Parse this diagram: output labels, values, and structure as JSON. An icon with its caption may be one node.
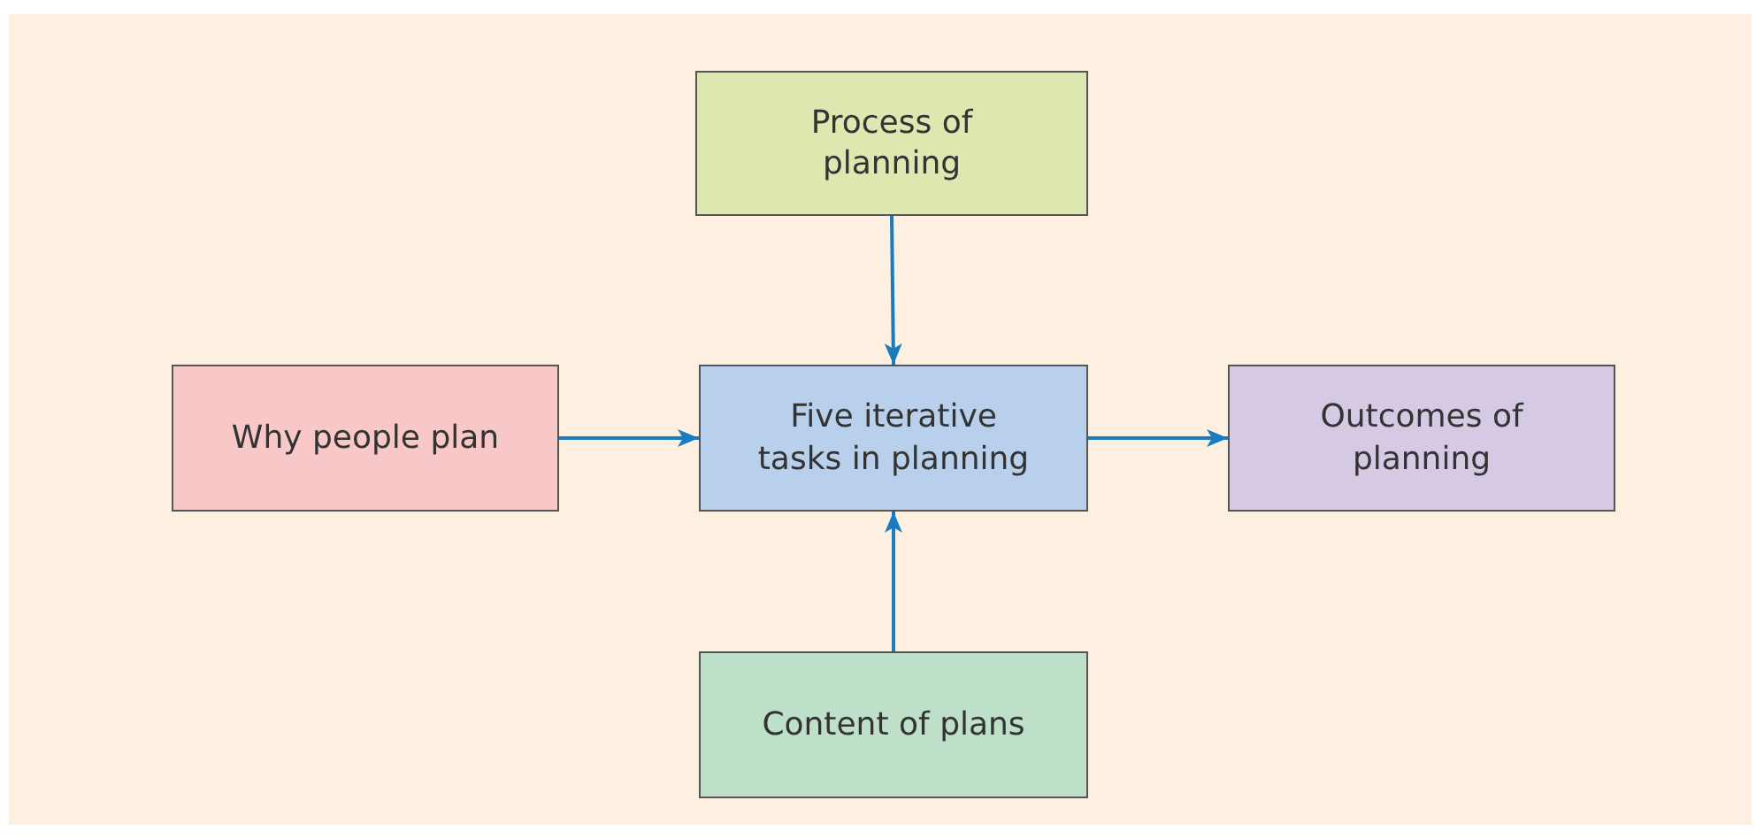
{
  "diagram": {
    "nodes": [
      {
        "text": [
          "Process of planning"
        ]
      },
      {
        "text": [
          "Why people plan"
        ]
      },
      {
        "text": [
          "Five iterative tasks in planning"
        ]
      },
      {
        "text": [
          "Outcomes of planning"
        ]
      },
      {
        "text": [
          "Content of plans"
        ]
      }
    ],
    "edges": [
      {
        "from": 0,
        "to": 2,
        "arrow": "to"
      },
      {
        "from": 1,
        "to": 2,
        "arrow": "to"
      },
      {
        "from": 2,
        "to": 3,
        "arrow": "to"
      },
      {
        "from": 4,
        "to": 2,
        "arrow": "to"
      }
    ]
  }
}
